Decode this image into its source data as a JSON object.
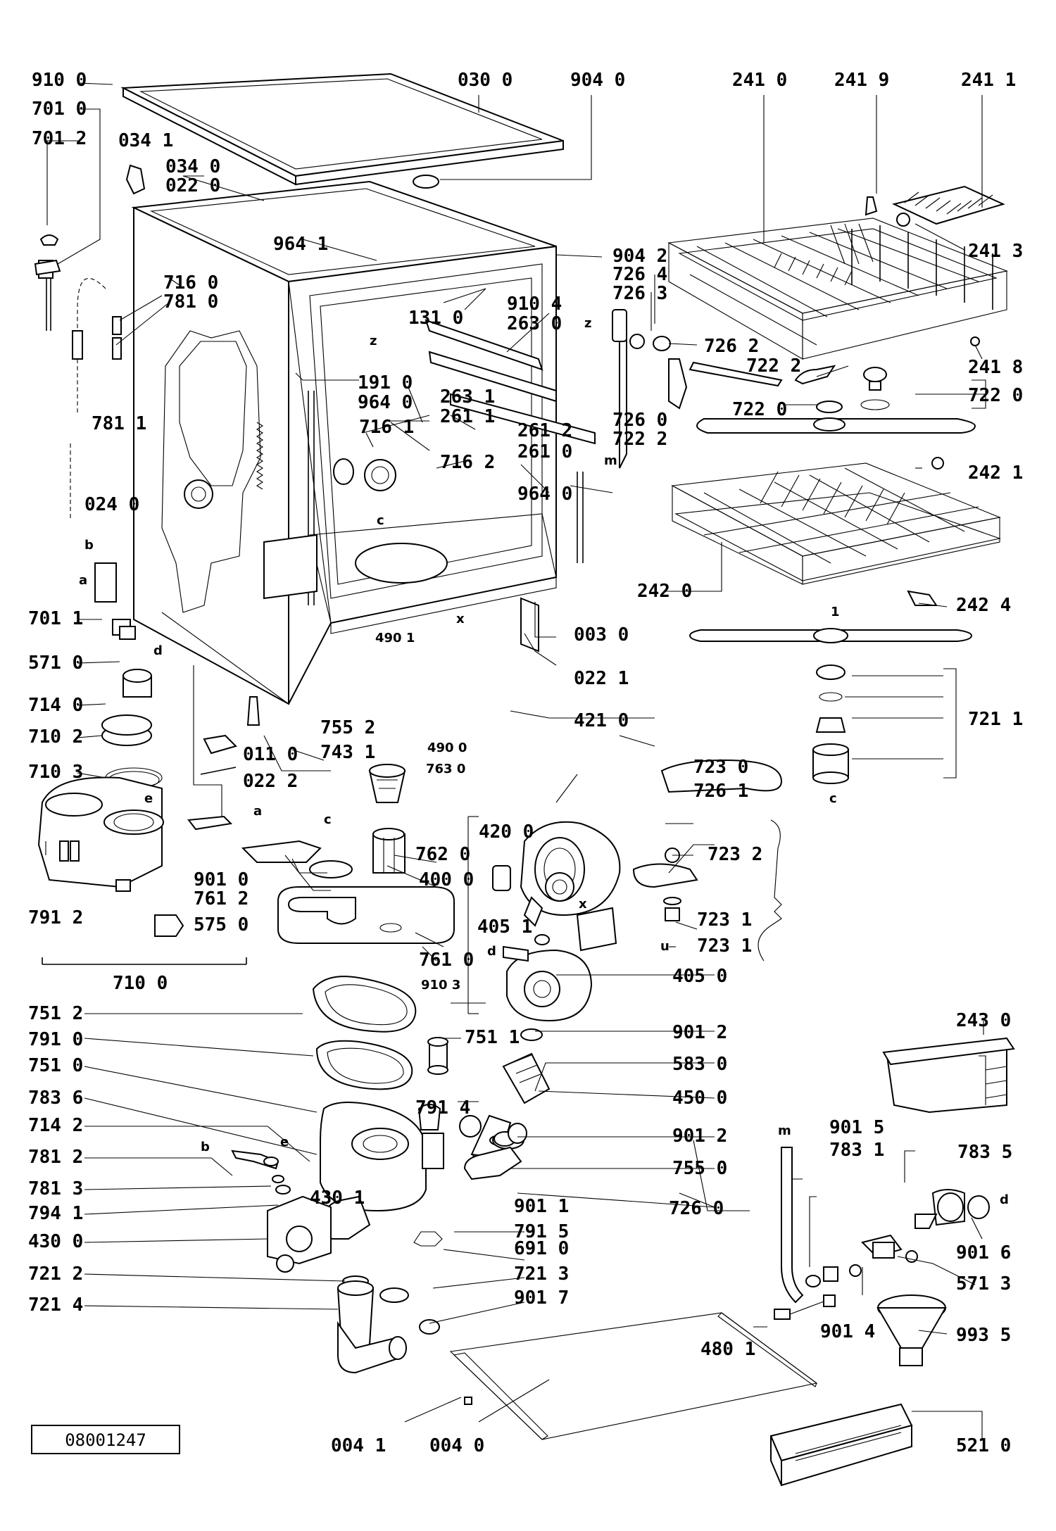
{
  "document_code": "08001247",
  "labels": [
    "910 0",
    "701 0",
    "701 2",
    "034 1",
    "034 0",
    "022 0",
    "030 0",
    "904 0",
    "241 0",
    "241 9",
    "241 1",
    "241 3",
    "964 1",
    "904 2",
    "726 4",
    "726 3",
    "910 4",
    "263 0",
    "131 0",
    "716 0",
    "781 0",
    "726 2",
    "722 2",
    "241 8",
    "722 0",
    "722 0",
    "191 0",
    "964 0",
    "716 1",
    "263 1",
    "261 1",
    "261 2",
    "726 0",
    "722 2",
    "261 0",
    "716 2",
    "781 1",
    "964 0",
    "242 1",
    "024 0",
    "242 0",
    "242 4",
    "701 1",
    "571 0",
    "490 1",
    "003 0",
    "022 1",
    "714 0",
    "421 0",
    "755 2",
    "743 1",
    "721 1",
    "710 2",
    "011 0",
    "490 0",
    "710 3",
    "022 2",
    "763 0",
    "723 0",
    "726 1",
    "762 0",
    "420 0",
    "723 2",
    "901 0",
    "400 0",
    "761 2",
    "791 2",
    "575 0",
    "723 1",
    "723 1",
    "405 1",
    "710 0",
    "761 0",
    "910 3",
    "405 0",
    "243 0",
    "751 2",
    "751 1",
    "901 2",
    "791 0",
    "583 0",
    "751 0",
    "450 0",
    "783 6",
    "791 4",
    "714 2",
    "901 2",
    "781 2",
    "755 0",
    "901 5",
    "783 5",
    "783 1",
    "781 3",
    "901 1",
    "726 0",
    "794 1",
    "430 1",
    "791 5",
    "901 6",
    "430 0",
    "691 0",
    "571 3",
    "721 2",
    "721 3",
    "721 4",
    "901 7",
    "901 4",
    "993 5",
    "480 1",
    "004 1",
    "004 0",
    "521 0"
  ],
  "letter_marks": [
    "z",
    "z",
    "c",
    "b",
    "a",
    "d",
    "e",
    "a",
    "c",
    "u",
    "x",
    "d",
    "m",
    "m",
    "b",
    "e",
    "d",
    "c",
    "x",
    "1"
  ]
}
